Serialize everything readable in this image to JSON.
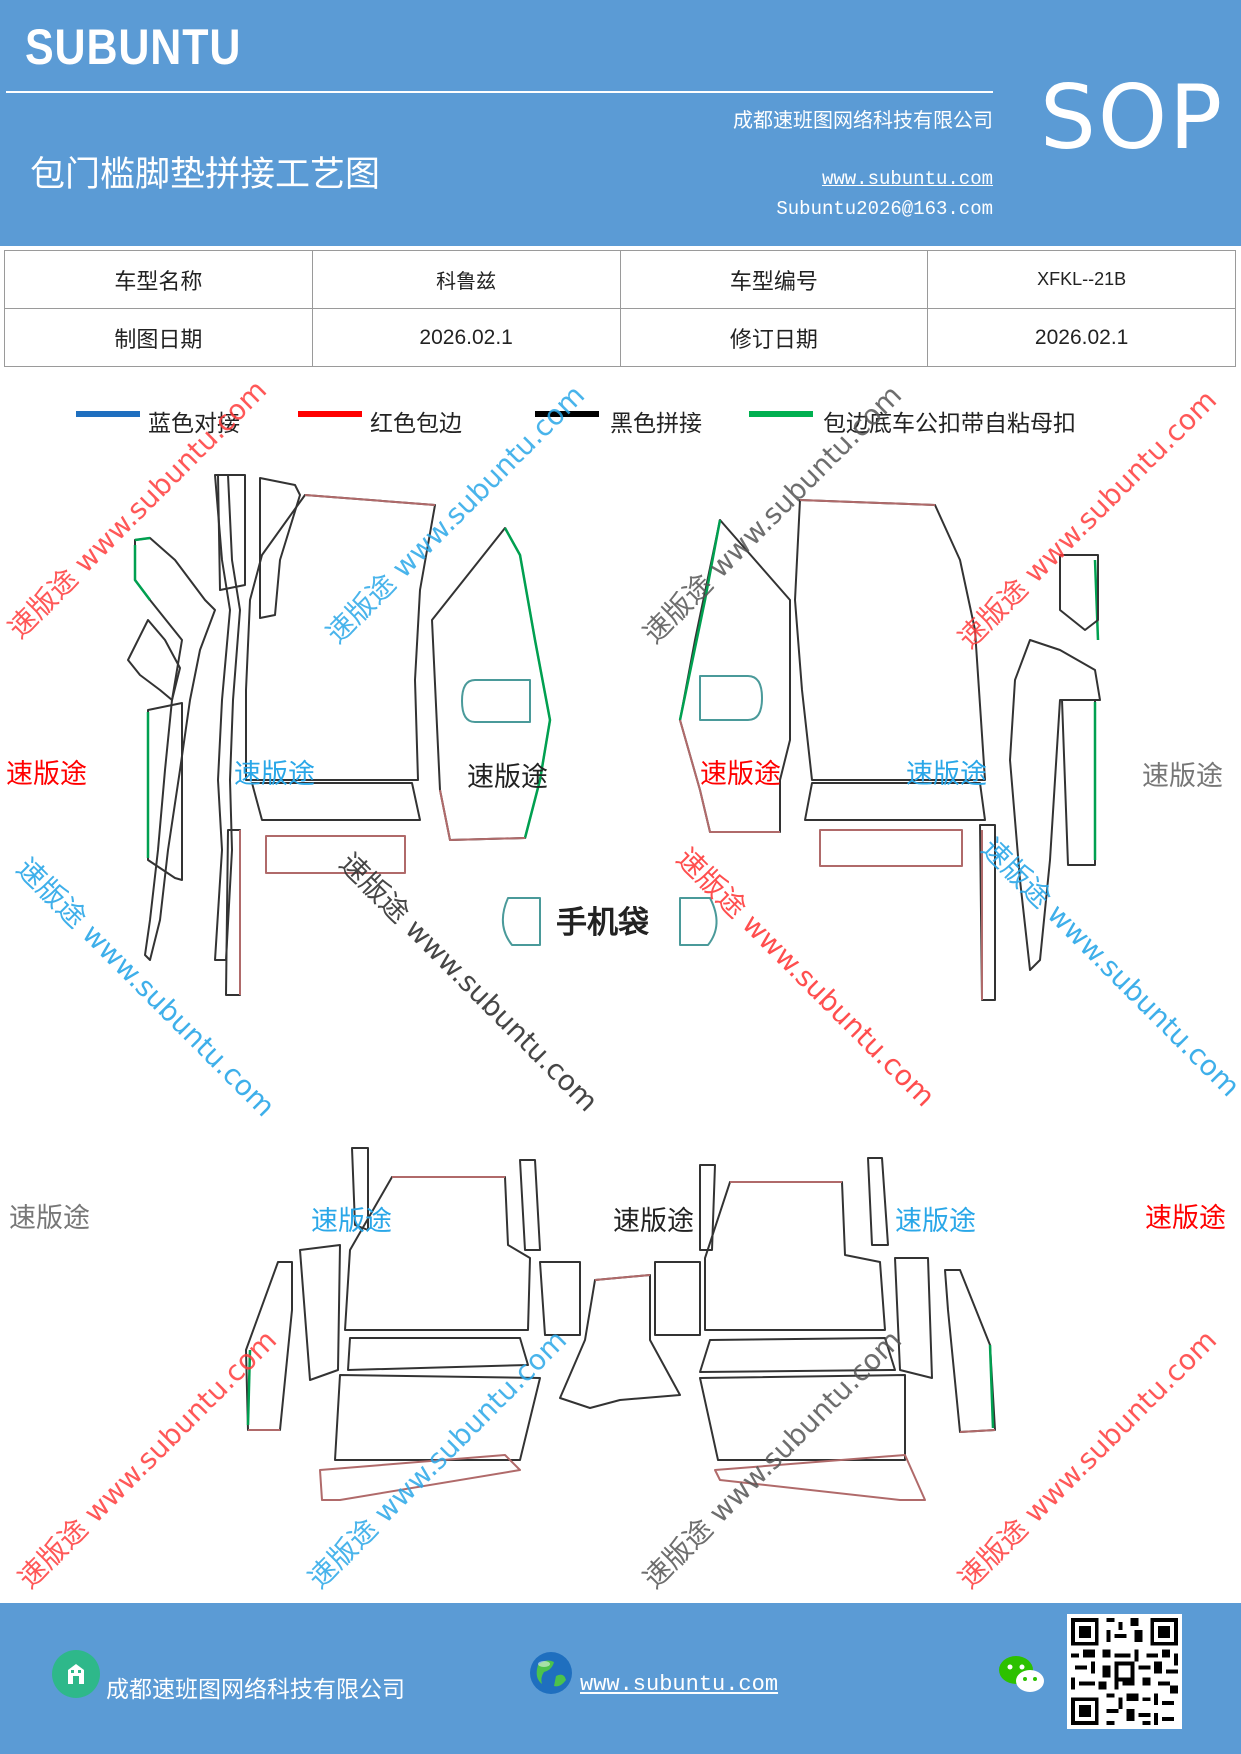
{
  "header": {
    "brand": "SUBUNTU",
    "company": "成都速班图网络科技有限公司",
    "title": "包门槛脚垫拼接工艺图",
    "website": "www.subuntu.com",
    "email": "Subuntu2026@163.com",
    "badge": "SOP"
  },
  "info_table": {
    "row1": [
      "车型名称",
      "科鲁兹",
      "车型编号",
      "XFKL--21B"
    ],
    "row2": [
      "制图日期",
      "2026.02.1",
      "修订日期",
      "2026.02.1"
    ]
  },
  "legend": [
    {
      "label": "蓝色对接",
      "color": "#1f6fbf"
    },
    {
      "label": "红色包边",
      "color": "#ff0000"
    },
    {
      "label": "黑色拼接",
      "color": "#000000"
    },
    {
      "label": "包边底车公扣带自粘母扣",
      "color": "#00b050"
    }
  ],
  "drawing": {
    "phone_bag_label": "手机袋",
    "watermarks": {
      "brand": "速版途",
      "url": "www.subuntu.com",
      "combined": "速版途 www.subuntu.com"
    }
  },
  "colors": {
    "header_bg": "#5b9bd5",
    "outline_red": "#b06a6a",
    "outline_dark": "#333333",
    "outline_green": "#00a050",
    "outline_teal": "#4a9a9a",
    "wm_red": "#ff0000",
    "wm_blue": "#2aa7e8",
    "wm_gray": "#555555"
  },
  "footer": {
    "company": "成都速班图网络科技有限公司",
    "website": "www.subuntu.com",
    "icons": [
      "building-icon",
      "globe-icon",
      "wechat-icon",
      "qr-code"
    ]
  }
}
